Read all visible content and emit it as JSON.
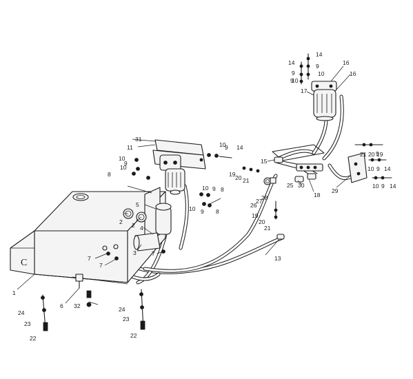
{
  "callouts": {
    "c1": "1",
    "c2a": "2",
    "c2b": "2",
    "c3": "3",
    "c4": "4",
    "c5": "5",
    "c6": "6",
    "c7a": "7",
    "c7b": "7",
    "c7c": "7",
    "c8a": "8",
    "c8b": "8",
    "c8c": "8",
    "c9a": "9",
    "c9b": "9",
    "c9c": "9",
    "c9d": "9",
    "c9e": "9",
    "c9f": "9",
    "c9g": "9",
    "c9h": "9",
    "c9i": "9",
    "c9j": "9",
    "c10a": "10",
    "c10b": "10",
    "c10c": "10",
    "c10d": "10",
    "c10e": "10",
    "c10f": "10",
    "c10g": "10",
    "c10h": "10",
    "c10i": "10",
    "c11": "11",
    "c13": "13",
    "c14a": "14",
    "c14b": "14",
    "c14c": "14",
    "c14d": "14",
    "c14e": "14",
    "c15": "15",
    "c16a": "16",
    "c16b": "16",
    "c17": "17",
    "c18": "18",
    "c19a": "19",
    "c19b": "19",
    "c19c": "19",
    "c20a": "20",
    "c20b": "20",
    "c20c": "20",
    "c21a": "21",
    "c21b": "21",
    "c21c": "21",
    "c22a": "22",
    "c22b": "22",
    "c23a": "23",
    "c23b": "23",
    "c24a": "24",
    "c24b": "24",
    "c25": "25",
    "c26": "26",
    "c27": "27",
    "c28": "28",
    "c29": "29",
    "c30": "30",
    "c31": "31",
    "c32": "32"
  }
}
